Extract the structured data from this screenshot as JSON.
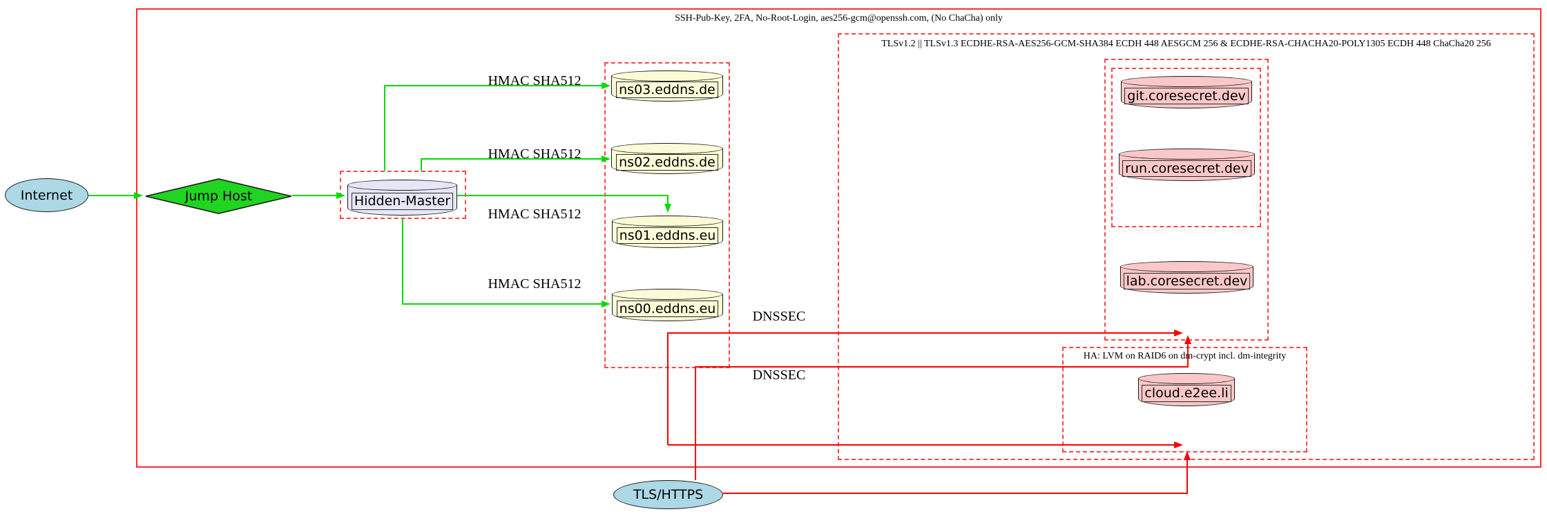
{
  "diagram": {
    "type": "network-security-topology",
    "nodes": {
      "internet": "Internet",
      "jump_host": "Jump Host",
      "hidden_master": "Hidden-Master",
      "ns03": "ns03.eddns.de",
      "ns02": "ns02.eddns.de",
      "ns01": "ns01.eddns.eu",
      "ns00": "ns00.eddns.eu",
      "git": "git.coresecret.dev",
      "run": "run.coresecret.dev",
      "lab": "lab.coresecret.dev",
      "cloud": "cloud.e2ee.li",
      "tls_https": "TLS/HTTPS"
    },
    "clusters": {
      "ssh_label": "SSH-Pub-Key, 2FA, No-Root-Login, aes256-gcm@openssh.com, (No ChaCha) only",
      "tls_label": "TLSv1.2 || TLSv1.3 ECDHE-RSA-AES256-GCM-SHA384 ECDH 448 AESGCM 256 & ECDHE-RSA-CHACHA20-POLY1305 ECDH 448 ChaCha20 256",
      "ha_label": "HA: LVM on RAID6 on dm-crypt incl. dm-integrity"
    },
    "edge_labels": {
      "hmac": "HMAC SHA512",
      "dnssec": "DNSSEC"
    },
    "colors": {
      "edge_green": "#00dc00",
      "edge_red": "#fa0000",
      "cluster_border_red": "#ff4545",
      "node_blue": "#add8e6",
      "node_green": "#21d421",
      "node_lavender": "#e6e6f7",
      "node_yellow": "#fbfbd8",
      "node_pink": "#fac8c8"
    }
  }
}
